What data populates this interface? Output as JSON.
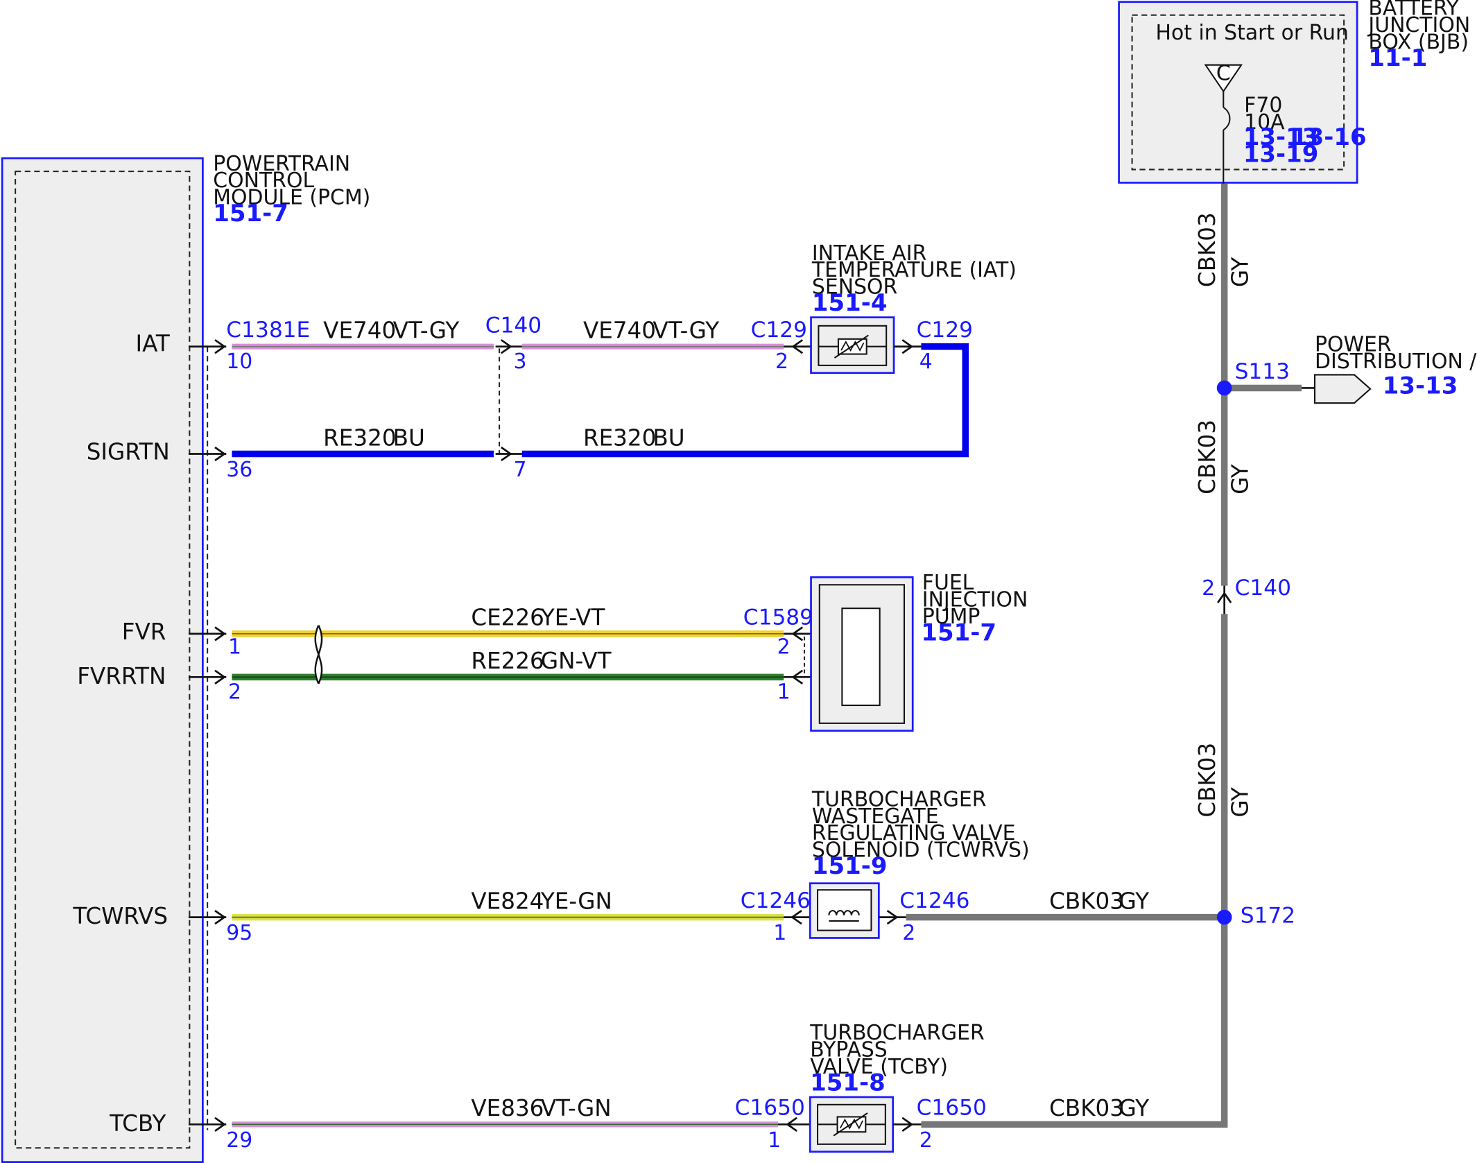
{
  "colors": {
    "blue": "#1a1aff",
    "module_fill": "#eeeeee",
    "wire_vt_gy": "#d98fd9",
    "wire_bu": "#0000ee",
    "wire_ye_vt": "#f0d230",
    "wire_gn_vt": "#2f7d2f",
    "wire_ye_gn": "#dde04a",
    "wire_gy": "#777777"
  },
  "pcm": {
    "name_lines": [
      "POWERTRAIN",
      "CONTROL",
      "MODULE (PCM)"
    ],
    "ref": "151-7",
    "signals": [
      "IAT",
      "SIGRTN",
      "FVR",
      "FVRRTN",
      "TCWRVS",
      "TCBY"
    ]
  },
  "bjb": {
    "name_lines": [
      "BATTERY",
      "JUNCTION",
      "BOX (BJB)"
    ],
    "ref": "11-1",
    "hot_label": "Hot in Start or Run",
    "bus_letter": "C",
    "fuse_name": "F70",
    "fuse_rating": "10A",
    "fuse_ref_1": "13-13",
    "fuse_ref_2": "13-16",
    "fuse_ref_3": "13-19"
  },
  "iat_sensor": {
    "name_lines": [
      "INTAKE AIR",
      "TEMPERATURE (IAT)",
      "SENSOR"
    ],
    "ref": "151-4"
  },
  "fuel_pump": {
    "name_lines": [
      "FUEL",
      "INJECTION",
      "PUMP"
    ],
    "ref": "151-7"
  },
  "tcwrvs": {
    "name_lines": [
      "TURBOCHARGER",
      "WASTEGATE",
      "REGULATING VALVE",
      "SOLENOID (TCWRVS)"
    ],
    "ref": "151-9"
  },
  "tcby": {
    "name_lines": [
      "TURBOCHARGER",
      "BYPASS",
      "VALVE (TCBY)"
    ],
    "ref": "151-8"
  },
  "power_dist": {
    "name_lines": [
      "POWER",
      "DISTRIBUTION / BCM"
    ],
    "ref": "13-13"
  },
  "connectors": {
    "c1381e": "C1381E",
    "c140": "C140",
    "c129": "C129",
    "c1589": "C1589",
    "c1246": "C1246",
    "c1650": "C1650"
  },
  "splices": {
    "s113": "S113",
    "s172": "S172"
  },
  "pins": {
    "iat_pcm": "10",
    "iat_c140": "3",
    "iat_c129": "2",
    "iat_out": "4",
    "sigrtn_pcm": "36",
    "sigrtn_c140": "7",
    "fvr_pcm": "1",
    "fvr_c1589": "2",
    "fvrrtn_pcm": "2",
    "fvrrtn_c1589": "1",
    "tcwrvs_pcm": "95",
    "tcwrvs_c1246_in": "1",
    "tcwrvs_c1246_out": "2",
    "tcby_pcm": "29",
    "tcby_c1650_in": "1",
    "tcby_c1650_out": "2",
    "power_c140": "2"
  },
  "wires": {
    "iat_a": {
      "circuit": "VE740",
      "color": "VT-GY"
    },
    "iat_b": {
      "circuit": "VE740",
      "color": "VT-GY"
    },
    "sigrtn_a": {
      "circuit": "RE320",
      "color": "BU"
    },
    "sigrtn_b": {
      "circuit": "RE320",
      "color": "BU"
    },
    "fvr": {
      "circuit": "CE226",
      "color": "YE-VT"
    },
    "fvrrtn": {
      "circuit": "RE226",
      "color": "GN-VT"
    },
    "tcwrvs": {
      "circuit": "VE824",
      "color": "YE-GN"
    },
    "tcwrvs_pwr": {
      "circuit": "CBK03",
      "color": "GY"
    },
    "tcby": {
      "circuit": "VE836",
      "color": "VT-GN"
    },
    "tcby_pwr": {
      "circuit": "CBK03",
      "color": "GY"
    },
    "v1": {
      "circuit": "CBK03",
      "color": "GY"
    },
    "v2": {
      "circuit": "CBK03",
      "color": "GY"
    },
    "v3": {
      "circuit": "CBK03",
      "color": "GY"
    }
  }
}
